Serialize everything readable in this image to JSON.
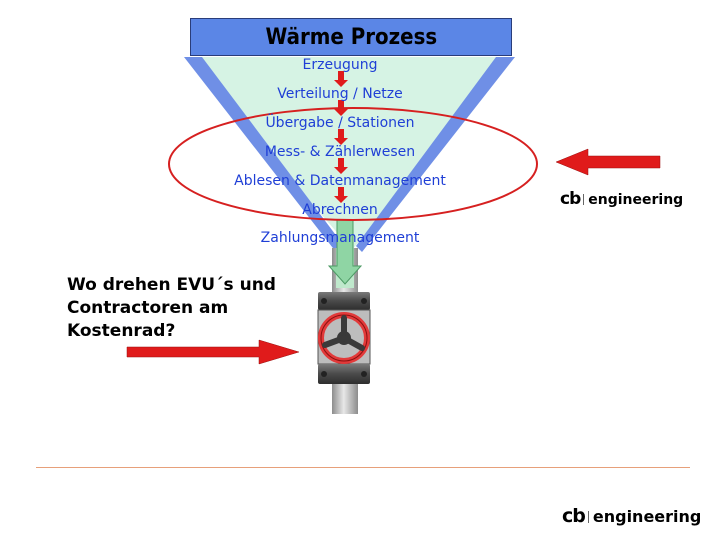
{
  "title": "Wärme Prozess",
  "steps": [
    "Erzeugung",
    "Verteilung / Netze",
    "Übergabe / Stationen",
    "Mess- & Zählerwesen",
    "Ablesen & Datenmanagement",
    "Abrechnen",
    "Zahlungsmanagement"
  ],
  "question": {
    "line1": "Wo drehen EVU´s und",
    "line2": "Contractoren am",
    "line3": "Kostenrad?"
  },
  "logo": {
    "cb": "cb",
    "engineering": "engineering"
  },
  "colors": {
    "title_box": "#5b86e6",
    "funnel_fill": "#d6f3e4",
    "funnel_border": "#6f8fe6",
    "step_text": "#1f3fd6",
    "arrow_red": "#e01b1b",
    "ellipse": "#d62020",
    "pipe_green": "#8fd5a4",
    "footer_line": "#e7a07a"
  },
  "icons": [
    "funnel",
    "red-arrow-right",
    "red-arrow-left",
    "valve-icon",
    "pipe"
  ]
}
